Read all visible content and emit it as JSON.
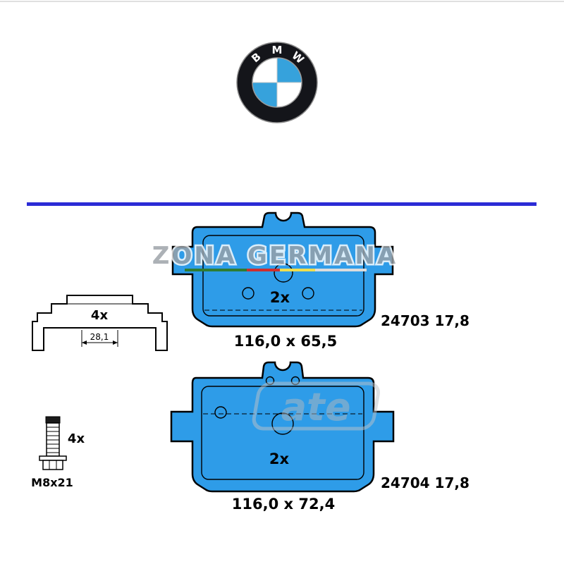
{
  "page": {
    "background": "#ffffff"
  },
  "logo": {
    "b": "B",
    "m": "M",
    "w": "W",
    "blue": "#36a2dc",
    "ring": "#14151a"
  },
  "divider": {
    "color": "#2b2bd6"
  },
  "watermark": {
    "text": "ZONA GERMANA",
    "stripe_colors": [
      "#2e7d32",
      "#cf2e2e",
      "#efdf4e",
      "#dcdcdc"
    ],
    "ate_text": "ate"
  },
  "pads": {
    "fill": "#2e9ce8",
    "top": {
      "qty": "2x",
      "dimensions": "116,0 x 65,5",
      "part_number": "24703 17,8"
    },
    "bottom": {
      "qty": "2x",
      "dimensions": "116,0 x 72,4",
      "part_number": "24704 17,8"
    }
  },
  "hardware": {
    "clip": {
      "qty": "4x",
      "dimension": "28,1"
    },
    "bolt": {
      "qty": "4x",
      "spec": "M8x21"
    }
  }
}
